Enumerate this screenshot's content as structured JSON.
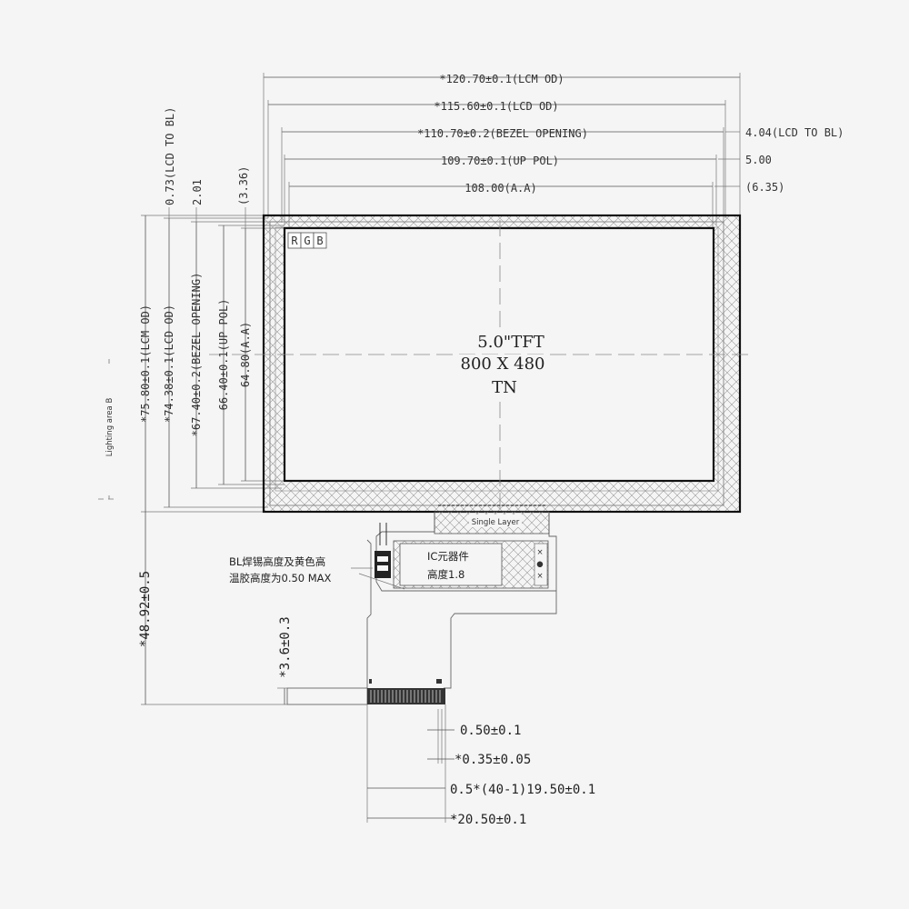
{
  "dims_top": {
    "lcm_od": "*120.70±0.1(LCM OD)",
    "lcd_od": "*115.60±0.1(LCD OD)",
    "bezel_opening": "*110.70±0.2(BEZEL OPENING)",
    "up_pol": "109.70±0.1(UP POL)",
    "active_area": "108.00(A.A)"
  },
  "dims_right": {
    "lcd_to_bl": "4.04(LCD TO BL)",
    "five": "5.00",
    "six_35": "(6.35)"
  },
  "dims_left": {
    "lcd_to_bl": "0.73(LCD TO BL)",
    "two_01": "2.01",
    "three_36": "(3.36)",
    "lcm_od": "*75.80±0.1(LCM OD)",
    "lcd_od": "*74.38±0.1(LCD OD)",
    "bezel_opening": "*67.40±0.2(BEZEL OPENING)",
    "up_pol": "66.40±0.1(UP POL)",
    "active_area": "64.80(A.A)",
    "lighting_area": "Lighting area B",
    "fpc_length": "*48.92±0.5",
    "stiffener": "*3.6±0.3"
  },
  "display": {
    "rgb": [
      "R",
      "G",
      "B"
    ],
    "size_line": "5.0\"TFT",
    "res_line": "800 X 480",
    "type_line": "TN"
  },
  "fpc": {
    "single_layer": "Single Layer",
    "ic_line1": "IC元器件",
    "ic_line2": "高度1.8",
    "bl_note_line1": "BL焊锡高度及黄色高",
    "bl_note_line2": "温胶高度为0.50 MAX"
  },
  "dims_bottom": {
    "pitch": "0.50±0.1",
    "pin_width": "*0.35±0.05",
    "pin_span": "0.5*(40-1)19.50±0.1",
    "fpc_width": "*20.50±0.1"
  },
  "colors": {
    "line": "#555555",
    "outline": "#111111",
    "background": "#f5f5f5"
  }
}
